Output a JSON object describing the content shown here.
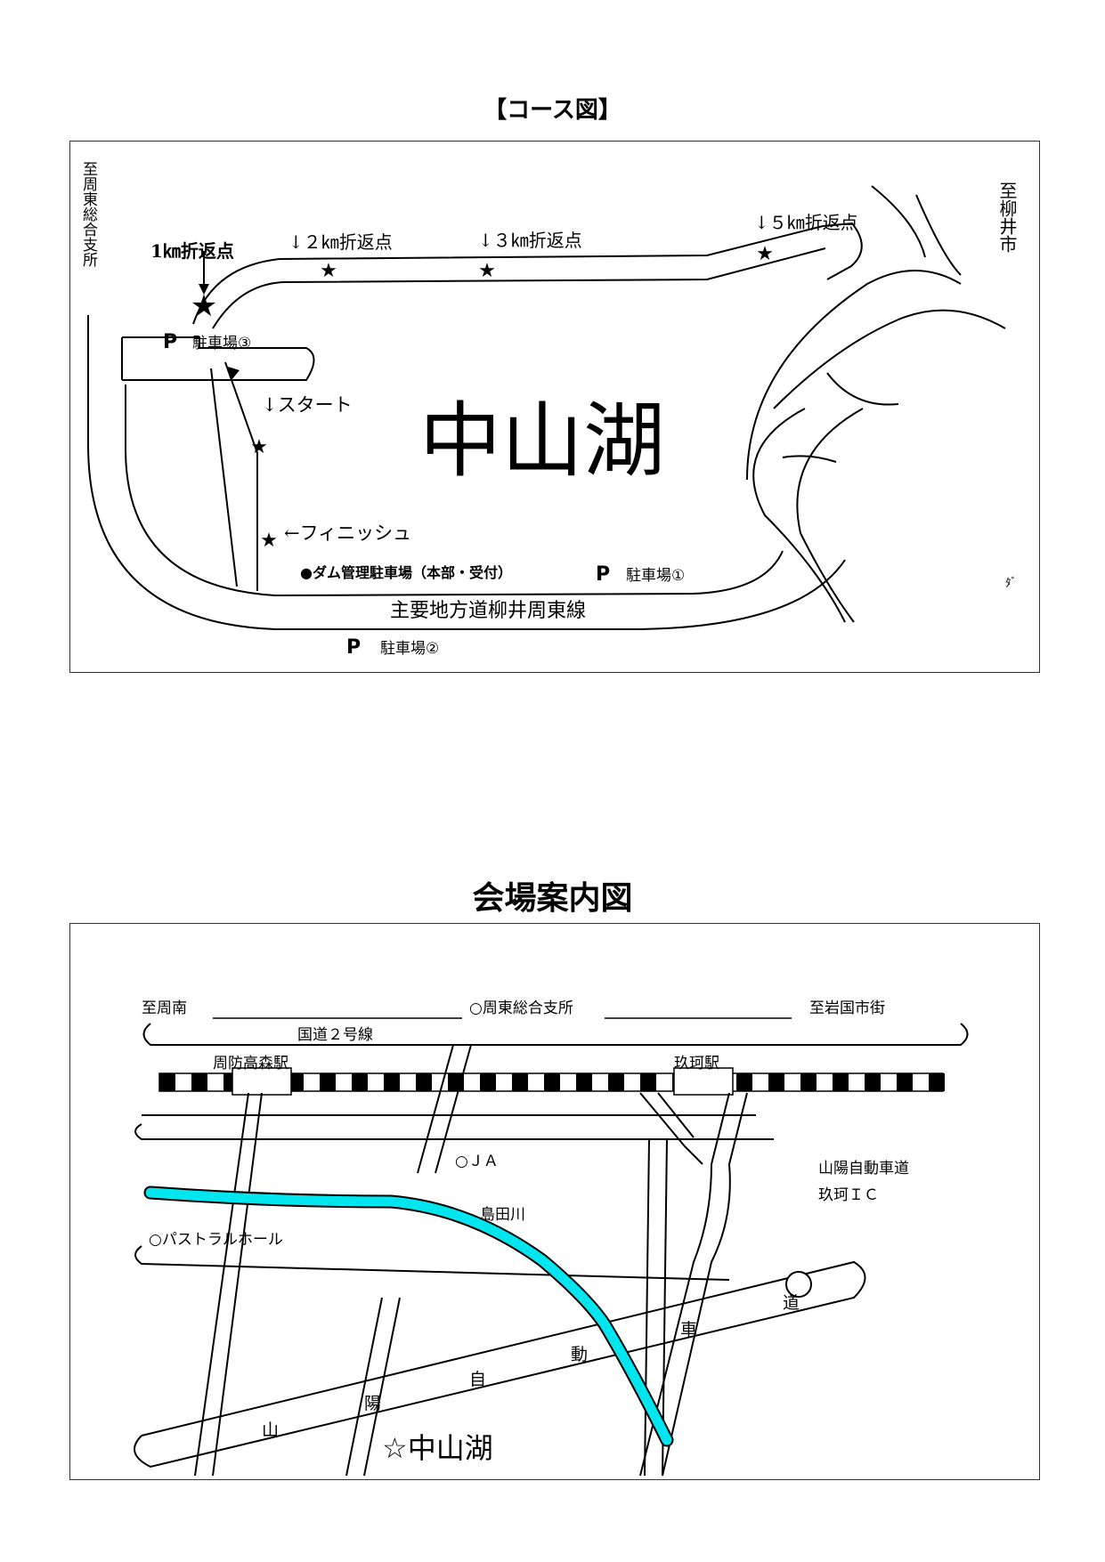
{
  "course_map": {
    "title": "【コース図】",
    "lake_label": "中山湖",
    "to_shuto_general_branch": "至周東総合支所",
    "to_yanai_city": "至柳井市",
    "turn_1km": "1㎞折返点",
    "turn_2km": "↓２㎞折返点",
    "turn_3km": "↓３㎞折返点",
    "turn_5km": "↓５㎞折返点",
    "start": "↓スタート",
    "finish": "←フィニッシュ",
    "parking_mark": "P",
    "parking_1": "駐車場①",
    "parking_2": "駐車場②",
    "parking_3": "駐車場③",
    "dam_parking": "●ダム管理駐車場（本部・受付）",
    "main_road": "主要地方道柳井周東線",
    "fragment_right": "ﾀﾞ",
    "star_symbol": "★"
  },
  "venue_map": {
    "title": "会場案内図",
    "to_shunan": "至周南",
    "shuto_general_branch": "○周東総合支所",
    "to_iwakuni": "至岩国市街",
    "route2": "国道２号線",
    "suo_takamori_station": "周防高森駅",
    "kuga_station": "玖珂駅",
    "ja": "○ＪＡ",
    "sanyo_expressway": "山陽自動車道",
    "kuga_ic": "玖珂ＩＣ",
    "shimada_river": "島田川",
    "pastoral_hall": "○パストラルホール",
    "expressway_chars": [
      "山",
      "陽",
      "自",
      "動",
      "車",
      "道"
    ],
    "lake": "☆中山湖",
    "river_color": "#00e5ee"
  }
}
